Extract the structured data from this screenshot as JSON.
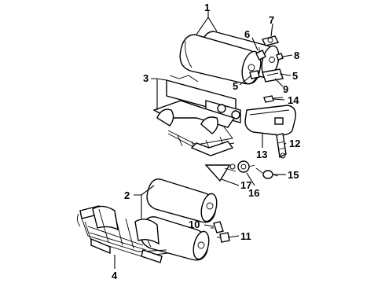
{
  "diagram": {
    "type": "exploded-parts-view",
    "callouts": [
      {
        "id": "c1",
        "label": "1"
      },
      {
        "id": "c2",
        "label": "2"
      },
      {
        "id": "c3",
        "label": "3"
      },
      {
        "id": "c4",
        "label": "4"
      },
      {
        "id": "c5a",
        "label": "5"
      },
      {
        "id": "c5b",
        "label": "5"
      },
      {
        "id": "c6",
        "label": "6"
      },
      {
        "id": "c7",
        "label": "7"
      },
      {
        "id": "c8",
        "label": "8"
      },
      {
        "id": "c9",
        "label": "9"
      },
      {
        "id": "c10",
        "label": "10"
      },
      {
        "id": "c11",
        "label": "11"
      },
      {
        "id": "c12",
        "label": "12"
      },
      {
        "id": "c13",
        "label": "13"
      },
      {
        "id": "c14",
        "label": "14"
      },
      {
        "id": "c15",
        "label": "15"
      },
      {
        "id": "c16",
        "label": "16"
      },
      {
        "id": "c17",
        "label": "17"
      }
    ]
  }
}
